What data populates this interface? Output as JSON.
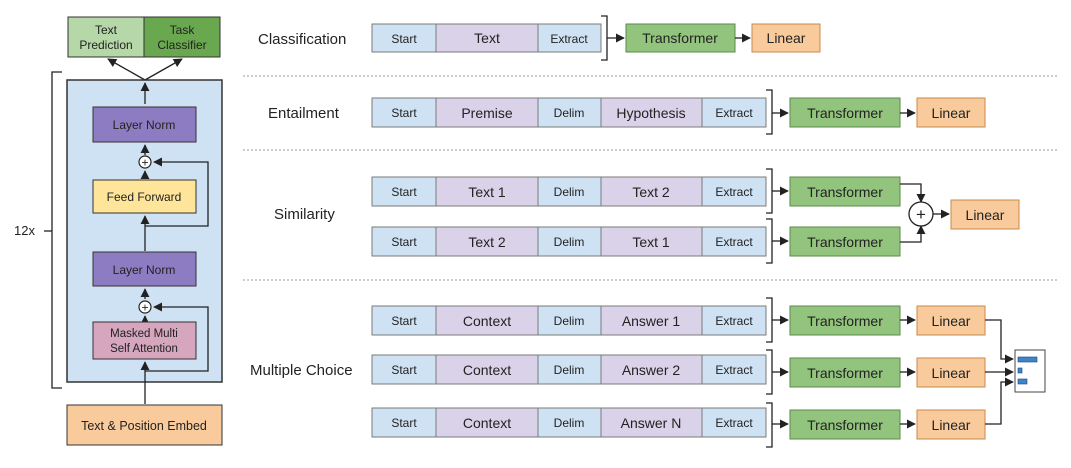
{
  "model": {
    "outputs": [
      {
        "line1": "Text",
        "line2": "Prediction"
      },
      {
        "line1": "Task",
        "line2": "Classifier"
      }
    ],
    "repeat_label": "12x",
    "layer_norm": "Layer Norm",
    "feed_forward": "Feed Forward",
    "attention": {
      "line1": "Masked Multi",
      "line2": "Self Attention"
    },
    "embed": "Text & Position Embed",
    "add_symbol": "+"
  },
  "tasks": {
    "classification": {
      "label": "Classification",
      "seq": {
        "start": "Start",
        "text": "Text",
        "extract": "Extract"
      },
      "transformer": "Transformer",
      "linear": "Linear"
    },
    "entailment": {
      "label": "Entailment",
      "seq": {
        "start": "Start",
        "premise": "Premise",
        "delim": "Delim",
        "hypothesis": "Hypothesis",
        "extract": "Extract"
      },
      "transformer": "Transformer",
      "linear": "Linear"
    },
    "similarity": {
      "label": "Similarity",
      "seqs": [
        {
          "start": "Start",
          "a": "Text 1",
          "delim": "Delim",
          "b": "Text 2",
          "extract": "Extract"
        },
        {
          "start": "Start",
          "a": "Text 2",
          "delim": "Delim",
          "b": "Text 1",
          "extract": "Extract"
        }
      ],
      "transformer": "Transformer",
      "plus": "+",
      "linear": "Linear"
    },
    "multiple_choice": {
      "label": "Multiple Choice",
      "seqs": [
        {
          "start": "Start",
          "context": "Context",
          "delim": "Delim",
          "answer": "Answer 1",
          "extract": "Extract"
        },
        {
          "start": "Start",
          "context": "Context",
          "delim": "Delim",
          "answer": "Answer 2",
          "extract": "Extract"
        },
        {
          "start": "Start",
          "context": "Context",
          "delim": "Delim",
          "answer": "Answer N",
          "extract": "Extract"
        }
      ],
      "transformer": "Transformer",
      "linear": "Linear"
    }
  }
}
